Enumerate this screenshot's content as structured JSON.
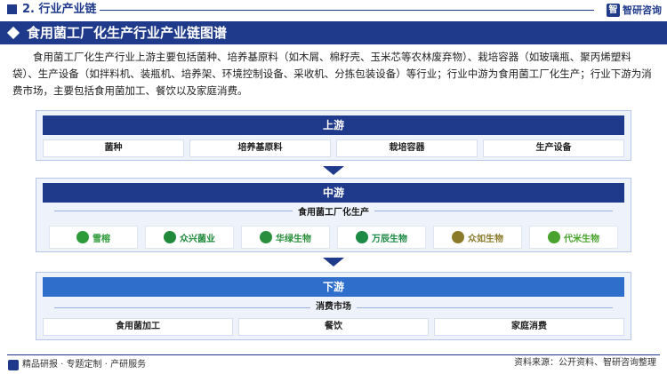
{
  "header": {
    "section": "2. 行业产业链",
    "brand": "智研咨询",
    "brand_mark": "智"
  },
  "title": "食用菌工厂化生产行业产业链图谱",
  "intro": "食用菌工厂化生产行业上游主要包括菌种、培养基原料（如木屑、棉籽壳、玉米芯等农林废弃物）、栽培容器（如玻璃瓶、聚丙烯塑料袋）、生产设备（如拌料机、装瓶机、培养架、环境控制设备、采收机、分拣包装设备）等行业；行业中游为食用菌工厂化生产；行业下游为消费市场，主要包括食用菌加工、餐饮以及家庭消费。",
  "upstream": {
    "label": "上游",
    "items": [
      "菌种",
      "培养基原料",
      "栽培容器",
      "生产设备"
    ]
  },
  "midstream": {
    "label": "中游",
    "sub": "食用菌工厂化生产",
    "logos": [
      {
        "text": "雪榕",
        "icon": "xuerong-logo",
        "color": "#2e9b3a"
      },
      {
        "text": "众兴菌业",
        "icon": "zhongxing-logo",
        "color": "#1f8a3a"
      },
      {
        "text": "华绿生物",
        "icon": "hualv-logo",
        "color": "#2a8f3c"
      },
      {
        "text": "万辰生物",
        "icon": "wanchen-logo",
        "color": "#1d8a45"
      },
      {
        "text": "众如生物",
        "icon": "zhongru-logo",
        "color": "#8a7a2a"
      },
      {
        "text": "代米生物",
        "icon": "daimi-logo",
        "color": "#4aa32e"
      }
    ]
  },
  "downstream": {
    "label": "下游",
    "sub": "消费市场",
    "items": [
      "食用菌加工",
      "餐饮",
      "家庭消费"
    ]
  },
  "footer": {
    "left": "精品研报 · 专题定制 · 产研服务",
    "right": "资料来源：公开资料、智研咨询整理"
  }
}
